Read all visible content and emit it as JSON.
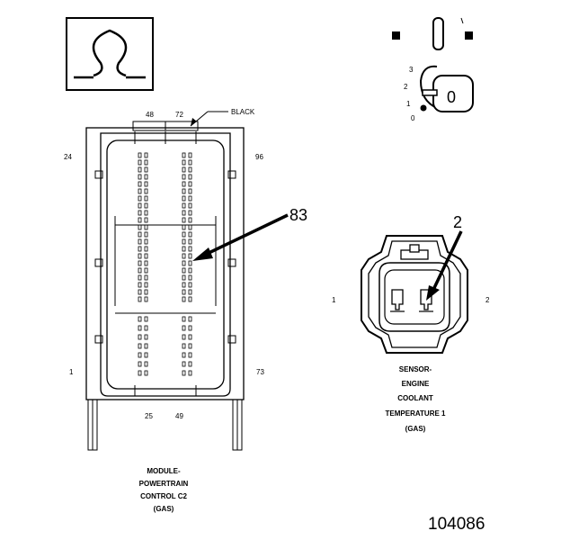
{
  "meter_symbol": {
    "icon": "ohm-icon",
    "glyph": "Ω"
  },
  "ignition": {
    "icon": "ignition-key-icon",
    "positions": [
      "3",
      "2",
      "1",
      "0"
    ],
    "key_label": "0"
  },
  "pcm": {
    "label_lines": [
      "MODULE-",
      "POWERTRAIN",
      "CONTROL C2",
      "(GAS)"
    ],
    "color_label": "BLACK",
    "pin_labels": {
      "top_left": "48",
      "top_right": "72",
      "left_upper": "24",
      "right_upper": "96",
      "left_lower": "1",
      "right_lower": "73",
      "bottom_left": "25",
      "bottom_right": "49"
    },
    "callout": "83"
  },
  "sensor": {
    "label_lines": [
      "SENSOR-",
      "ENGINE",
      "COOLANT",
      "TEMPERATURE 1",
      "(GAS)"
    ],
    "side_left": "1",
    "side_right": "2",
    "callout": "2"
  },
  "figure_number": "104086"
}
